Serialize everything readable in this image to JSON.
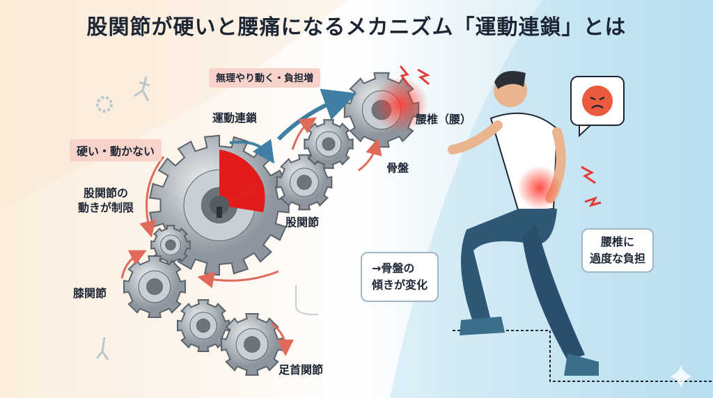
{
  "title": "股関節が硬いと腰痛になるメカニズム「運動連鎖」とは",
  "labels": {
    "stiff": "硬い・動かない",
    "hip_limited": "股関節の\n動きが制限",
    "knee": "膝関節",
    "ankle": "足首関節",
    "chain": "運動連鎖",
    "force": "無理やり動く・負担増",
    "lumbar": "腰椎（腰）",
    "pelvis": "骨盤",
    "hip": "股関節",
    "pelvis_tilt": "→骨盤の\n傾きが変化",
    "lumbar_load": "腰椎に\n過度な負担"
  },
  "colors": {
    "accent_red": "#e53935",
    "gear": "#9aa3ab",
    "arrow_blue": "#3f7fa3",
    "pants": "#2f5877"
  }
}
